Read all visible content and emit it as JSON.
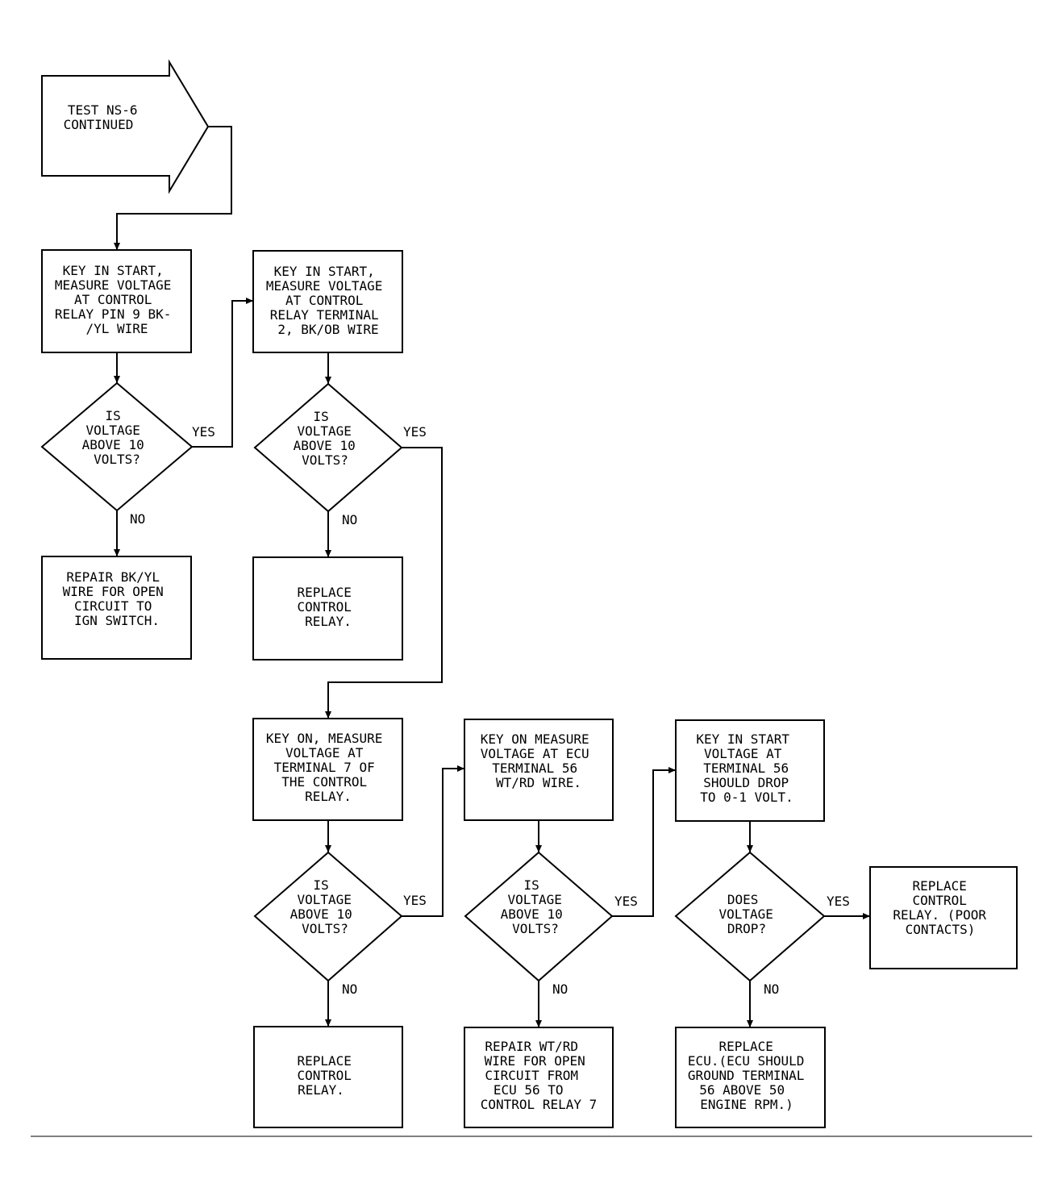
{
  "start": {
    "lines": [
      "TEST NS-6",
      "CONTINUED"
    ]
  },
  "boxes": {
    "b1": {
      "lines": [
        "KEY IN START,",
        "MEASURE VOLTAGE",
        "AT CONTROL",
        "RELAY PIN 9 BK-",
        "/YL WIRE"
      ]
    },
    "b2": {
      "lines": [
        "KEY IN START,",
        "MEASURE VOLTAGE",
        "AT CONTROL",
        "RELAY TERMINAL",
        "2, BK/OB WIRE"
      ]
    },
    "b3": {
      "lines": [
        "REPAIR BK/YL",
        "WIRE FOR OPEN",
        "CIRCUIT TO",
        "IGN SWITCH."
      ]
    },
    "b4": {
      "lines": [
        "REPLACE",
        "CONTROL",
        "RELAY."
      ]
    },
    "b5": {
      "lines": [
        "KEY ON, MEASURE",
        "VOLTAGE AT",
        "TERMINAL 7 OF",
        "THE CONTROL",
        "RELAY."
      ]
    },
    "b6": {
      "lines": [
        "KEY ON MEASURE",
        "VOLTAGE AT ECU",
        "TERMINAL 56",
        "WT/RD WIRE."
      ]
    },
    "b7": {
      "lines": [
        "KEY IN START",
        "VOLTAGE AT",
        "TERMINAL 56",
        "SHOULD DROP",
        "TO 0-1 VOLT."
      ]
    },
    "b8": {
      "lines": [
        "REPLACE",
        "CONTROL",
        "RELAY. (POOR",
        "CONTACTS)"
      ]
    },
    "b9": {
      "lines": [
        "REPLACE",
        "CONTROL",
        "RELAY."
      ]
    },
    "b10": {
      "lines": [
        "REPAIR WT/RD",
        "WIRE FOR OPEN",
        "CIRCUIT FROM",
        "ECU 56 TO",
        "CONTROL RELAY 7"
      ]
    },
    "b11": {
      "lines": [
        "REPLACE",
        "ECU.(ECU SHOULD",
        "GROUND TERMINAL",
        "56 ABOVE 50",
        "ENGINE RPM.)"
      ]
    }
  },
  "decisions": {
    "d1": {
      "lines": [
        "IS",
        "VOLTAGE",
        "ABOVE 10",
        "VOLTS?"
      ]
    },
    "d2": {
      "lines": [
        "IS",
        "VOLTAGE",
        "ABOVE 10",
        "VOLTS?"
      ]
    },
    "d3": {
      "lines": [
        "IS",
        "VOLTAGE",
        "ABOVE 10",
        "VOLTS?"
      ]
    },
    "d4": {
      "lines": [
        "IS",
        "VOLTAGE",
        "ABOVE 10",
        "VOLTS?"
      ]
    },
    "d5": {
      "lines": [
        "DOES",
        "VOLTAGE",
        "DROP?"
      ]
    }
  },
  "branch": {
    "yes": "YES",
    "no": "NO"
  }
}
